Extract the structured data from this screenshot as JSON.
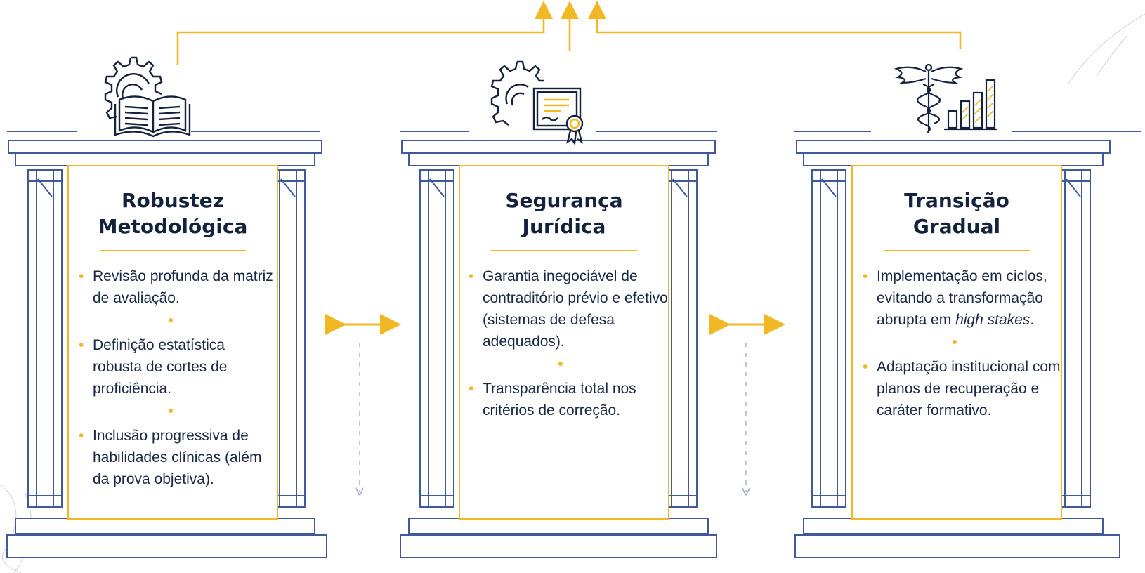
{
  "colors": {
    "gold": "#f2b824",
    "navy": "#14223d",
    "line_blue": "#3e5a9a",
    "light_blue": "#9fb0d3"
  },
  "pillars": [
    {
      "icon": "gear-book-icon",
      "title_lines": [
        "Robustez",
        "Metodológica"
      ],
      "items": [
        "Revisão profunda da matriz de avaliação.",
        "Definição estatística robusta de cortes de proficiência.",
        "Inclusão progressiva de habilidades clínicas (além da prova objetiva)."
      ]
    },
    {
      "icon": "gear-certificate-icon",
      "title_lines": [
        "Segurança",
        "Jurídica"
      ],
      "items": [
        "Garantia inegociável de contraditório prévio e efetivo (sistemas de defesa adequados).",
        "Transparência total nos critérios de correção."
      ]
    },
    {
      "icon": "caduceus-chart-icon",
      "title_lines": [
        "Transição",
        "Gradual"
      ],
      "items_rich": [
        {
          "before": "Implementação em ciclos, evitando a transformação abrupta em ",
          "emph": "high stakes",
          "after": "."
        },
        {
          "before": "Adaptação institucional com planos de recuperação e caráter formativo.",
          "emph": "",
          "after": ""
        }
      ]
    }
  ]
}
